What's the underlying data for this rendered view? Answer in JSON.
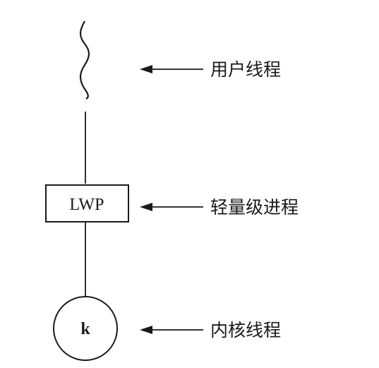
{
  "diagram": {
    "wavy_label": "用户线程",
    "box_text": "LWP",
    "box_label": "轻量级进程",
    "circle_text": "k",
    "circle_label": "内核线程"
  },
  "colors": {
    "stroke": "#1a1a1a",
    "background": "#ffffff"
  }
}
